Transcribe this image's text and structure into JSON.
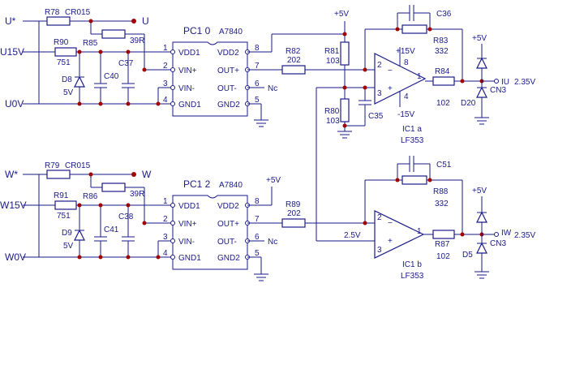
{
  "top": {
    "u_star": "U*",
    "u15v": "U15V",
    "u0v": "U0V",
    "u_out": "U",
    "r78": "R78",
    "r78v": "CR015",
    "r90": "R90",
    "r90v": "751",
    "r85": "R85",
    "r85v": "39R",
    "d8": "D8",
    "d8v": "5V",
    "c37": "C37",
    "c40": "C40",
    "ic": "PC1 0",
    "icpart": "A7840",
    "pins": {
      "p1": "1",
      "p2": "2",
      "p3": "3",
      "p4": "4",
      "p5": "5",
      "p6": "6",
      "p7": "7",
      "p8": "8"
    },
    "pinlabels": {
      "vdd1": "VDD1",
      "vinp": "VIN+",
      "vinm": "VIN-",
      "gnd1": "GND1",
      "vdd2": "VDD2",
      "outp": "OUT+",
      "outm": "OUT-",
      "gnd2": "GND2"
    },
    "nc": "Nc",
    "r82": "R82",
    "r82v": "202",
    "r81": "R81",
    "r81v": "103",
    "r80": "R80",
    "r80v": "103",
    "c35": "C35",
    "c36": "C36",
    "r83": "R83",
    "r83v": "332",
    "p5v": "+5V",
    "op_p15": "+15V",
    "op_m15": "-15V",
    "op_in2": "2",
    "op_in3": "3",
    "op_8": "8",
    "op_4": "4",
    "op_1": "1",
    "op_minus": "−",
    "op_plus": "+",
    "ic1a": "IC1 a",
    "lf353a": "LF353",
    "r84": "R84",
    "r84v": "102",
    "d20": "D20",
    "iu": "IU",
    "iu_v": "2.35V",
    "cn3": "CN3"
  },
  "bottom": {
    "w_star": "W*",
    "w15v": "W15V",
    "w0v": "W0V",
    "w_out": "W",
    "r79": "R79",
    "r79v": "CR015",
    "r91": "R91",
    "r91v": "751",
    "r86": "R86",
    "r86v": "39R",
    "d9": "D9",
    "d9v": "5V",
    "c38": "C38",
    "c41": "C41",
    "ic": "PC1 2",
    "icpart": "A7840",
    "nc": "Nc",
    "r89": "R89",
    "r89v": "202",
    "p5v": "+5V",
    "v25": "2.5V",
    "c51": "C51",
    "r88": "R88",
    "r88v": "332",
    "op_in2": "2",
    "op_in3": "3",
    "op_1": "1",
    "ic1b": "IC1 b",
    "lf353b": "LF353",
    "r87": "R87",
    "r87v": "102",
    "d5": "D5",
    "iw": "IW",
    "iw_v": "2.35V",
    "cn3": "CN3"
  }
}
